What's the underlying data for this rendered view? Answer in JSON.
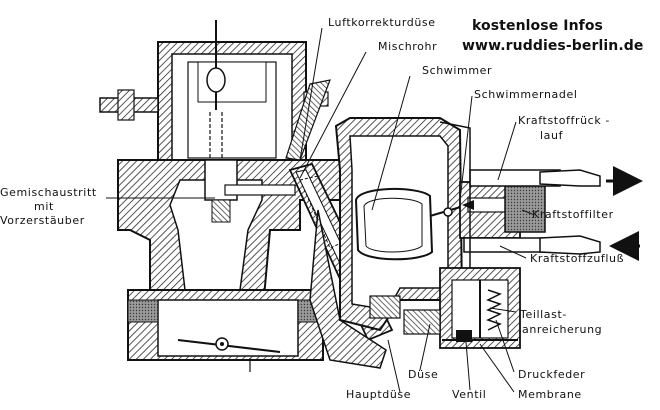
{
  "header": {
    "line1": "kostenlose Infos",
    "line2": "www.ruddies-berlin.de"
  },
  "labels": {
    "luftkorrekturduese": "Luftkorrekturdüse",
    "mischrohr": "Mischrohr",
    "schwimmer": "Schwimmer",
    "schwimmernadel": "Schwimmernadel",
    "kraftstoffrueck_1": "Kraftstoffrück -",
    "kraftstoffrueck_2": "lauf",
    "kraftstofffilter": "Kraftstoffilter",
    "kraftstoffzufluss": "Kraftstoffzufluß",
    "gemischaustritt_1": "Gemischaustritt",
    "gemischaustritt_2": "mit",
    "gemischaustritt_3": "Vorzerstäuber",
    "teillast_1": "Teillast-",
    "teillast_2": "anreicherung",
    "druckfeder": "Druckfeder",
    "membrane": "Membrane",
    "ventil": "Ventil",
    "duese": "Düse",
    "hauptduese": "Hauptdüse"
  },
  "colors": {
    "ink": "#1a1a1a",
    "hatch": "#3a3a3a",
    "shade": "#6a6a6a",
    "background": "#ffffff"
  }
}
